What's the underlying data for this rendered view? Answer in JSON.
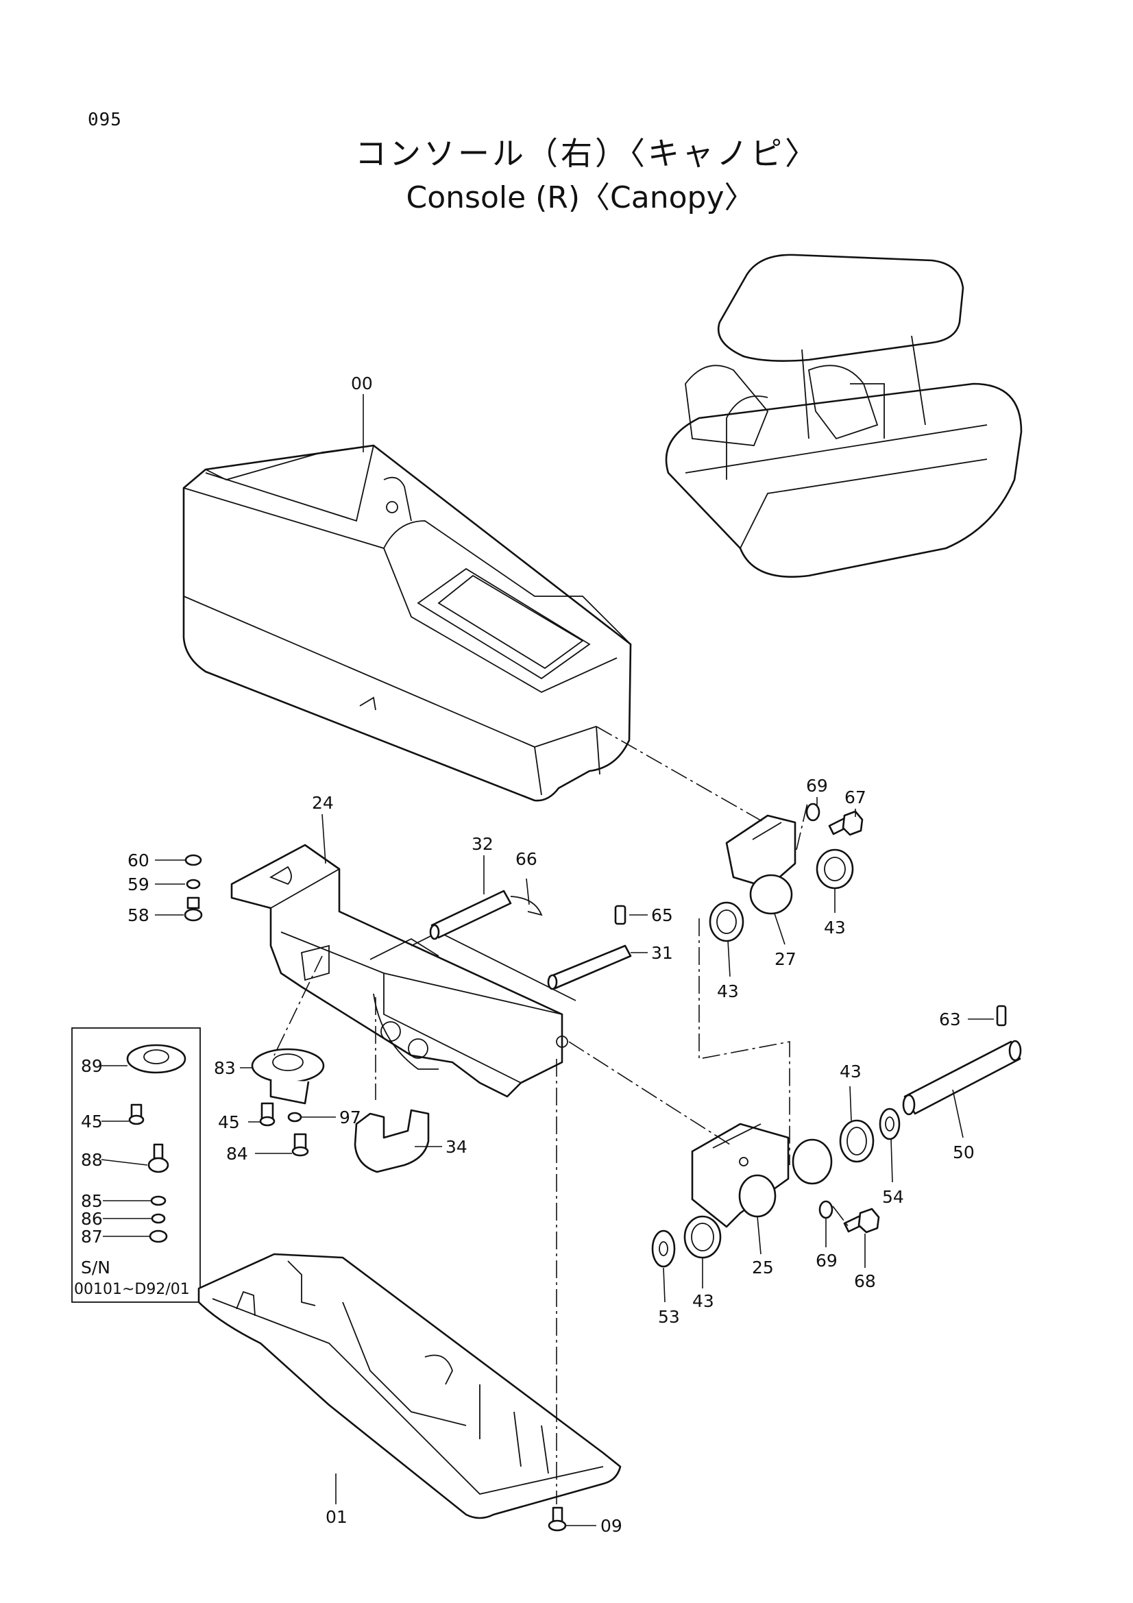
{
  "page": {
    "number": "095"
  },
  "title": {
    "ja": "コンソール（右）〈キャノピ〉",
    "en": "Console (R)〈Canopy〉"
  },
  "inset": {
    "serial_label": "S/N",
    "serial_range": "00101~D92/01"
  },
  "callouts": {
    "c00": "00",
    "c24": "24",
    "c32": "32",
    "c66": "66",
    "c65": "65",
    "c31": "31",
    "c60": "60",
    "c59": "59",
    "c58": "58",
    "c69a": "69",
    "c67": "67",
    "c43a": "43",
    "c27": "27",
    "c43b": "43",
    "c63": "63",
    "c43c": "43",
    "c50": "50",
    "c54": "54",
    "c89": "89",
    "c45a": "45",
    "c88": "88",
    "c85": "85",
    "c86": "86",
    "c87": "87",
    "c83": "83",
    "c45b": "45",
    "c97": "97",
    "c84": "84",
    "c34": "34",
    "c25": "25",
    "c69b": "69",
    "c68": "68",
    "c53": "53",
    "c43d": "43",
    "c01": "01",
    "c09": "09"
  }
}
